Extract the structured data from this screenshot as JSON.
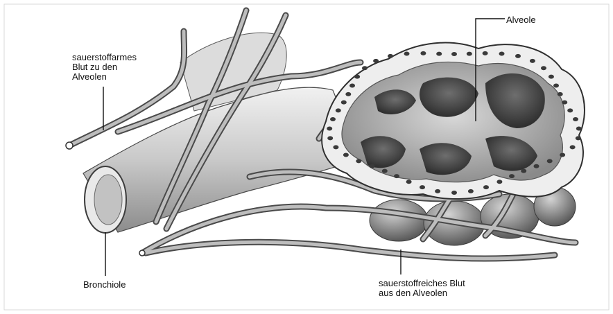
{
  "diagram": {
    "labels": {
      "alveole": "Alveole",
      "oxygen_poor_blood": [
        "sauerstoffarmes",
        "Blut zu den",
        "Alveolen"
      ],
      "bronchiole": "Bronchiole",
      "oxygen_rich_blood": [
        "sauerstoffreiches Blut",
        "aus den Alveolen"
      ]
    }
  }
}
